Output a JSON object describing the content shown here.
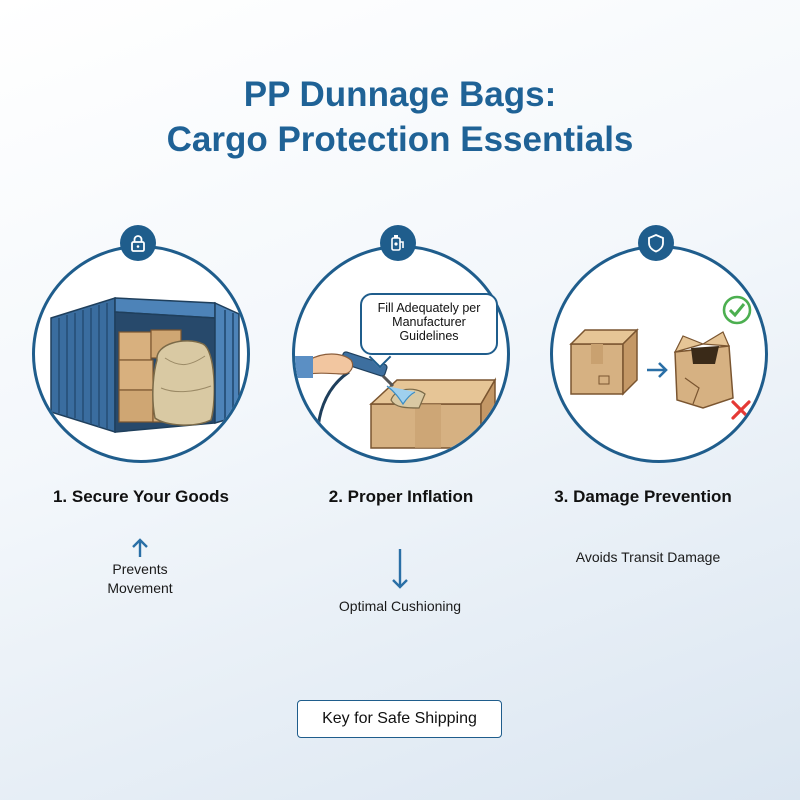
{
  "title": {
    "line1": "PP Dunnage Bags:",
    "line2": "Cargo Protection Essentials"
  },
  "steps": [
    {
      "title": "1. Secure Your Goods",
      "badge_icon": "lock-icon",
      "note_line1": "Prevents",
      "note_line2": "Movement",
      "arrow": "arrow-up-icon"
    },
    {
      "title": "2. Proper Inflation",
      "badge_icon": "inflation-pump-icon",
      "callout": "Fill Adequately per Manufacturer Guidelines",
      "note": "Optimal Cushioning",
      "arrow": "arrow-down-icon"
    },
    {
      "title": "3. Damage Prevention",
      "badge_icon": "shield-icon",
      "note": "Avoids Transit Damage"
    }
  ],
  "footer": {
    "label": "Key for Safe Shipping"
  },
  "colors": {
    "title": "#1f6296",
    "circle_border": "#1f5d8c",
    "container_blue": "#3e73a8",
    "cardboard": "#d8b07e",
    "bag": "#d9c9a3",
    "check_green": "#4caf50",
    "cross_red": "#e53935",
    "arrow_blue": "#2a6fa6"
  }
}
